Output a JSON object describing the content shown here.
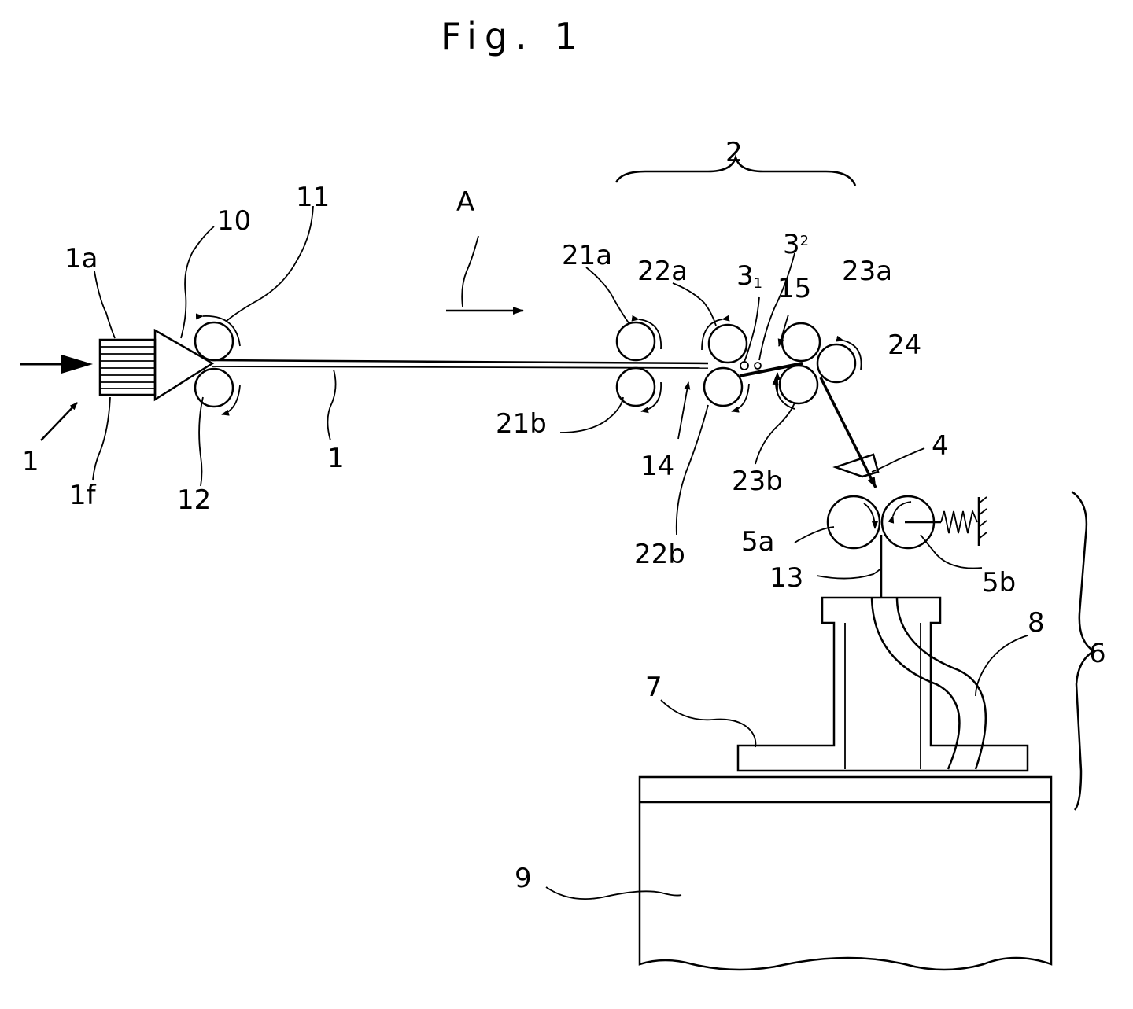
{
  "figure": {
    "title": "Fig. 1",
    "labels": {
      "l_1a": "1a",
      "l_1f": "1f",
      "l_1": "1",
      "l_1_fiber": "1",
      "l_10": "10",
      "l_11": "11",
      "l_12": "12",
      "l_A": "A",
      "l_2": "2",
      "l_21a": "21a",
      "l_21b": "21b",
      "l_22a": "22a",
      "l_22b": "22b",
      "l_3_1": "3",
      "l_3_1_sub": "1",
      "l_3_2": "3",
      "l_3_2_sub": "2",
      "l_15": "15",
      "l_23a": "23a",
      "l_23b": "23b",
      "l_24": "24",
      "l_14": "14",
      "l_4": "4",
      "l_5a": "5a",
      "l_5b": "5b",
      "l_13": "13",
      "l_8": "8",
      "l_6": "6",
      "l_7": "7",
      "l_9": "9"
    }
  }
}
